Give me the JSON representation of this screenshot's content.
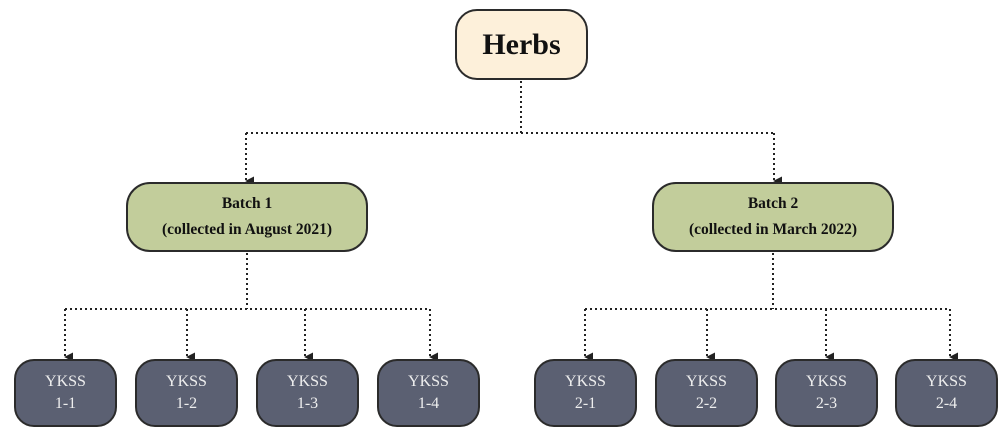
{
  "root": {
    "label": "Herbs"
  },
  "batches": [
    {
      "title": "Batch 1",
      "subtitle": "(collected in August 2021)",
      "samples": [
        {
          "code": "YKSS",
          "id": "1-1"
        },
        {
          "code": "YKSS",
          "id": "1-2"
        },
        {
          "code": "YKSS",
          "id": "1-3"
        },
        {
          "code": "YKSS",
          "id": "1-4"
        }
      ]
    },
    {
      "title": "Batch 2",
      "subtitle": "(collected in March 2022)",
      "samples": [
        {
          "code": "YKSS",
          "id": "2-1"
        },
        {
          "code": "YKSS",
          "id": "2-2"
        },
        {
          "code": "YKSS",
          "id": "2-3"
        },
        {
          "code": "YKSS",
          "id": "2-4"
        }
      ]
    }
  ],
  "colors": {
    "root_fill": "#fdf0da",
    "batch_fill": "#c2cd9b",
    "sample_fill": "#5b6072",
    "connector": "#222222"
  }
}
